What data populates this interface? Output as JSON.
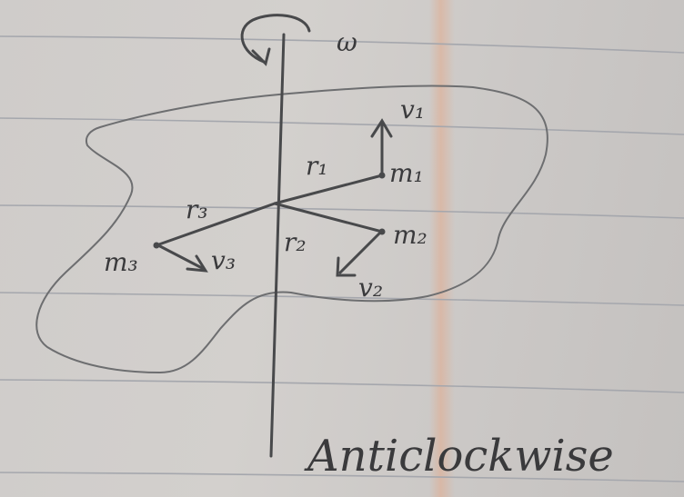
{
  "labels": {
    "omega": "ω",
    "v1": "v₁",
    "m1": "m₁",
    "r1": "r₁",
    "r3": "r₃",
    "r2": "r₂",
    "m2": "m₂",
    "m3": "m₃",
    "v3": "v₃",
    "v2": "v₂",
    "direction": "Anticlockwise"
  },
  "colors": {
    "ink": "#48494b",
    "pencil": "#6d6e70",
    "rule_line": "#a5a7ad",
    "margin_line": "#e2aa8c"
  }
}
